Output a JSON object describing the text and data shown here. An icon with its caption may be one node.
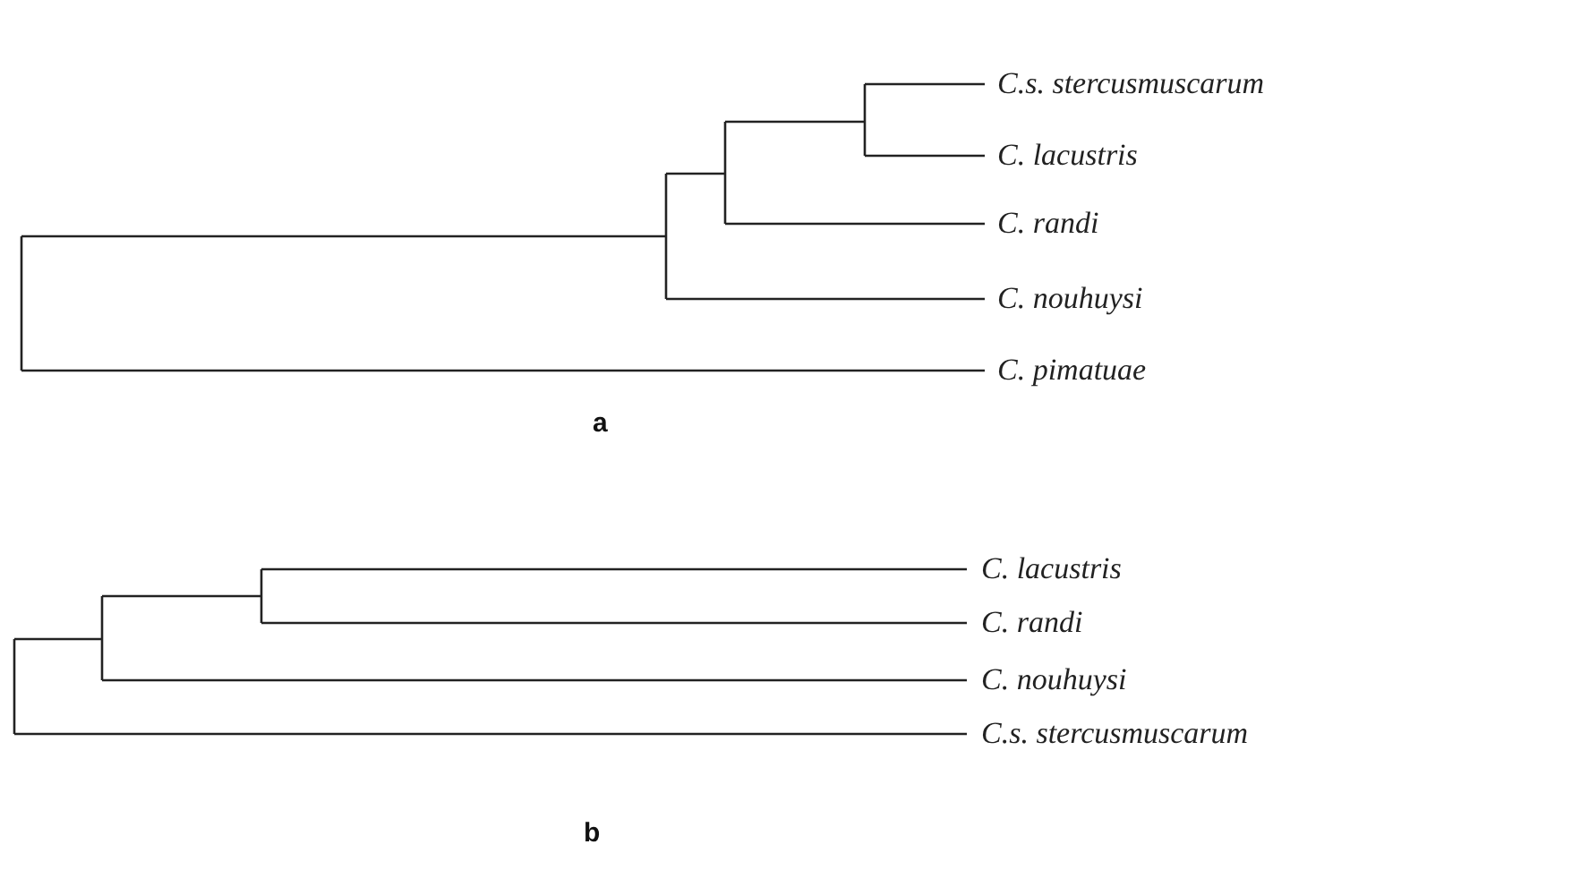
{
  "diagram": {
    "labels": [
      "C.s. stercusmuscarum",
      "C. lacustris",
      "C. randi",
      "C. nouhuysi",
      "C. pimatuae",
      "a",
      "C. lacustris",
      "C. randi",
      "C. nouhuysi",
      "C.s. stercusmuscarum",
      "b"
    ]
  }
}
